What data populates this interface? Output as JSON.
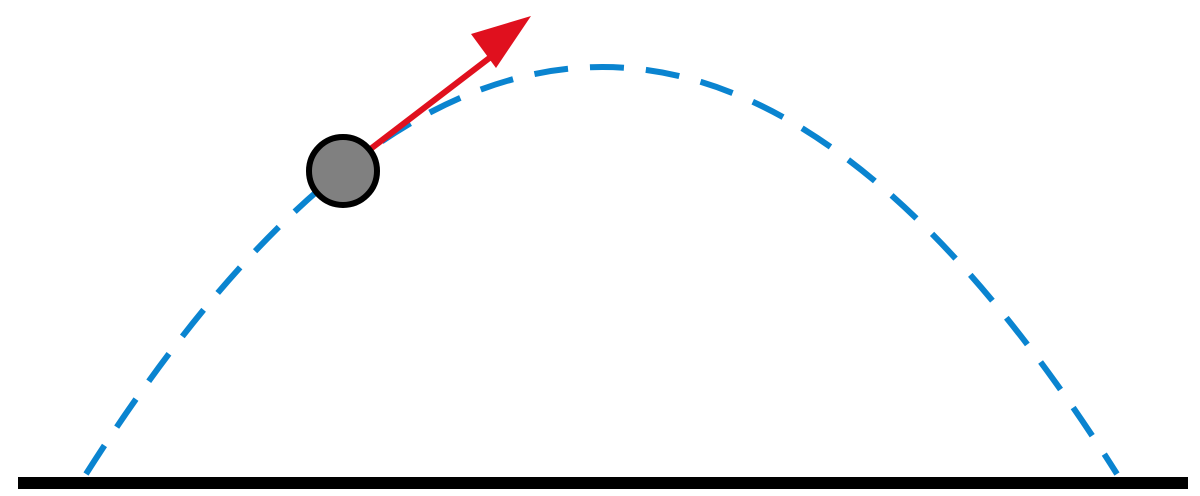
{
  "diagram": {
    "subject": "projectile-motion",
    "elements": [
      {
        "kind": "ground-line",
        "color": "#000000"
      },
      {
        "kind": "trajectory",
        "style": "dashed",
        "color": "#0A84D0"
      },
      {
        "kind": "ball",
        "fill": "#808080",
        "stroke": "#000000"
      },
      {
        "kind": "velocity-arrow",
        "color": "#E0101E"
      }
    ]
  }
}
